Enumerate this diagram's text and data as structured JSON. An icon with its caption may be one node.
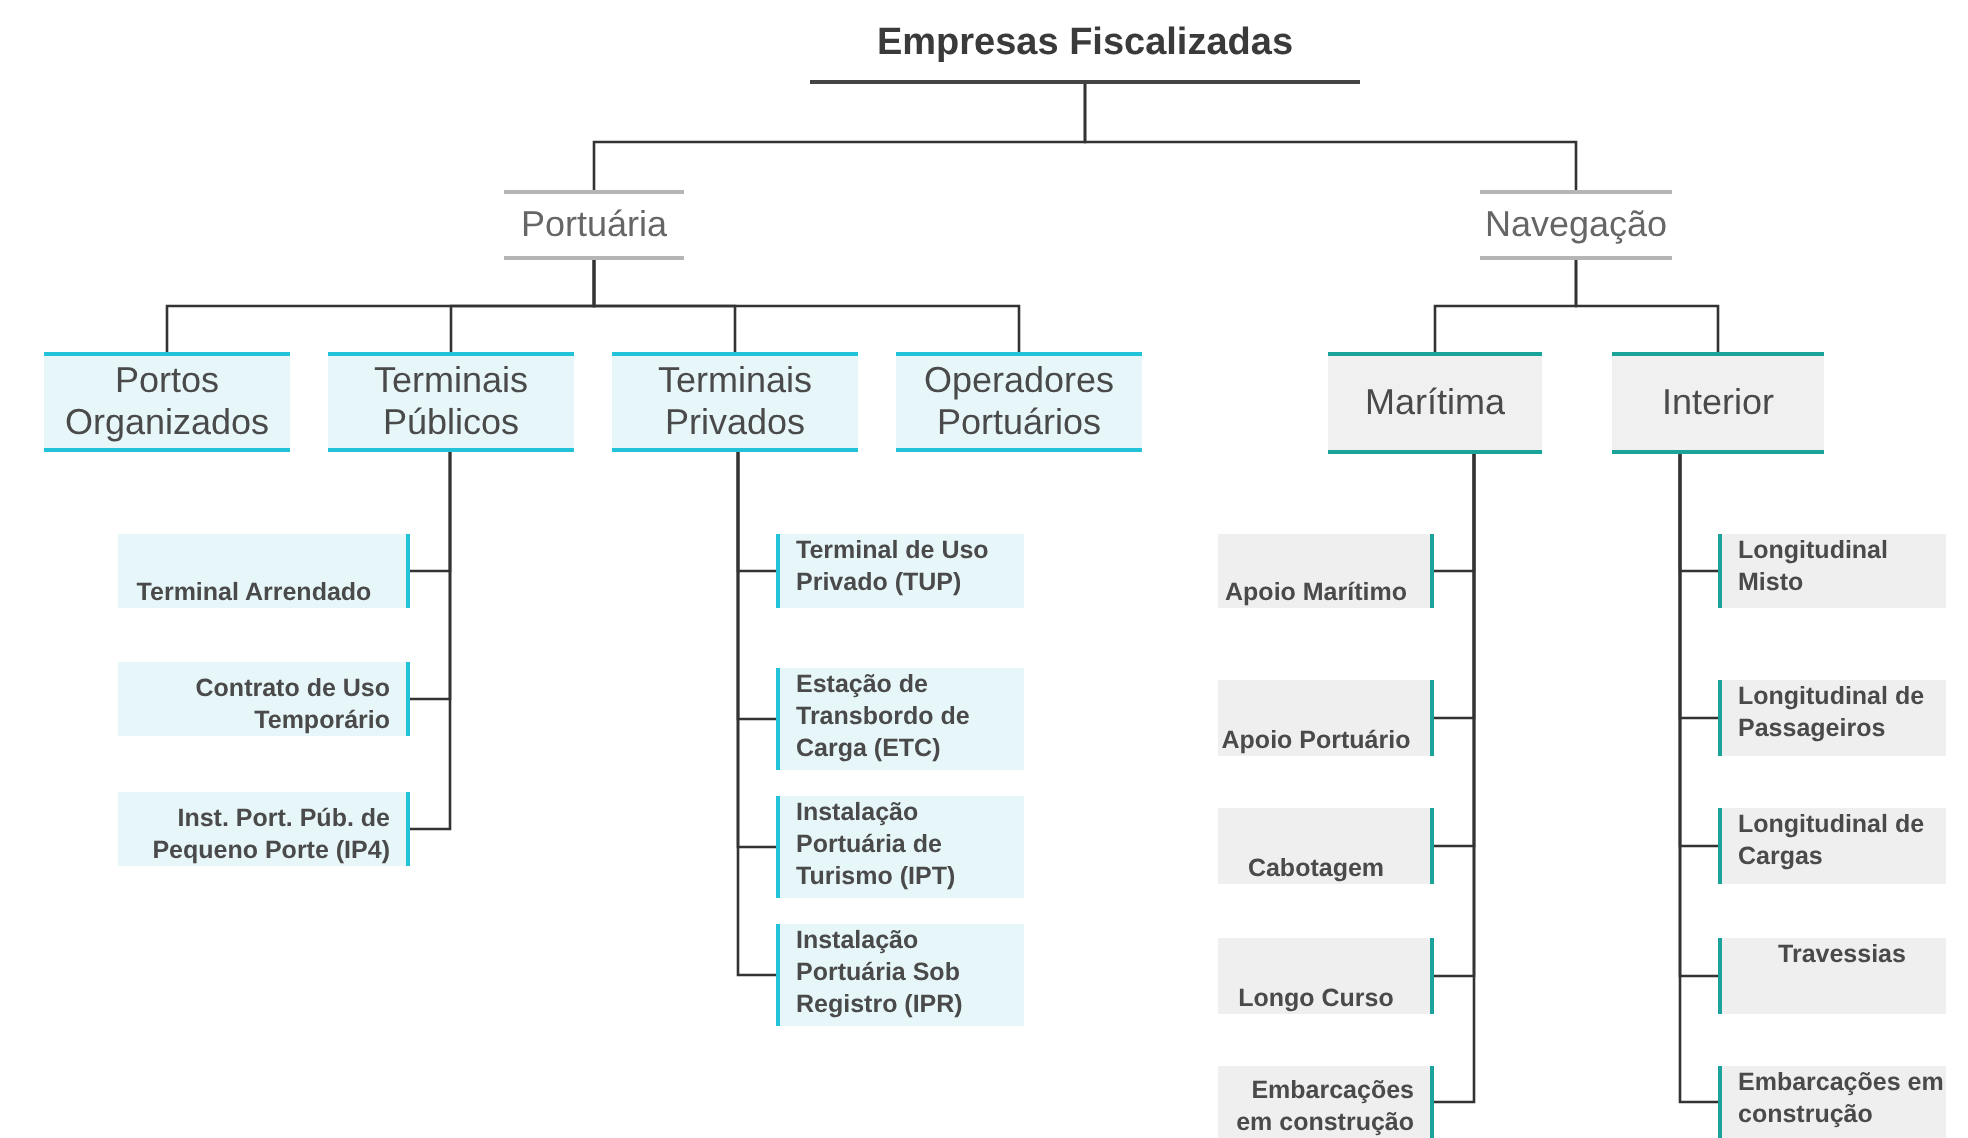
{
  "diagram": {
    "nodes": [
      {
        "text": [
          "Empresas Fiscalizadas"
        ]
      },
      {
        "text": [
          "Portuária"
        ]
      },
      {
        "text": [
          "Navegação"
        ]
      },
      {
        "text": [
          "Portos Organizados"
        ]
      },
      {
        "text": [
          "Terminais Públicos"
        ]
      },
      {
        "text": [
          "Terminais Privados"
        ]
      },
      {
        "text": [
          "Operadores Portuários"
        ]
      },
      {
        "text": [
          "Terminal Arrendado"
        ]
      },
      {
        "text": [
          "Contrato de Uso Temporário"
        ]
      },
      {
        "text": [
          "Inst. Port. Púb. de Pequeno Porte (IP4)"
        ]
      },
      {
        "text": [
          "Terminal de Uso Privado (TUP)"
        ]
      },
      {
        "text": [
          "Estação de Transbordo de Carga (ETC)"
        ]
      },
      {
        "text": [
          "Instalação Portuária de Turismo (IPT)"
        ]
      },
      {
        "text": [
          "Instalação Portuária Sob Registro (IPR)"
        ]
      },
      {
        "text": [
          "Marítima"
        ]
      },
      {
        "text": [
          "Interior"
        ]
      },
      {
        "text": [
          "Apoio Marítimo"
        ]
      },
      {
        "text": [
          "Apoio Portuário"
        ]
      },
      {
        "text": [
          "Cabotagem"
        ]
      },
      {
        "text": [
          "Longo Curso"
        ]
      },
      {
        "text": [
          "Embarcações em construção"
        ]
      },
      {
        "text": [
          "Longitudinal Misto"
        ]
      },
      {
        "text": [
          "Longitudinal de Passageiros"
        ]
      },
      {
        "text": [
          "Longitudinal de Cargas"
        ]
      },
      {
        "text": [
          "Travessias"
        ]
      },
      {
        "text": [
          "Embarcações em construção"
        ]
      }
    ],
    "edges": [
      {
        "from": 0,
        "to": 1,
        "arrow": "none"
      },
      {
        "from": 0,
        "to": 2,
        "arrow": "none"
      },
      {
        "from": 1,
        "to": 3,
        "arrow": "none"
      },
      {
        "from": 1,
        "to": 4,
        "arrow": "none"
      },
      {
        "from": 1,
        "to": 5,
        "arrow": "none"
      },
      {
        "from": 1,
        "to": 6,
        "arrow": "none"
      },
      {
        "from": 4,
        "to": 7,
        "arrow": "none"
      },
      {
        "from": 4,
        "to": 8,
        "arrow": "none"
      },
      {
        "from": 4,
        "to": 9,
        "arrow": "none"
      },
      {
        "from": 5,
        "to": 10,
        "arrow": "none"
      },
      {
        "from": 5,
        "to": 11,
        "arrow": "none"
      },
      {
        "from": 5,
        "to": 12,
        "arrow": "none"
      },
      {
        "from": 5,
        "to": 13,
        "arrow": "none"
      },
      {
        "from": 2,
        "to": 14,
        "arrow": "none"
      },
      {
        "from": 2,
        "to": 15,
        "arrow": "none"
      },
      {
        "from": 14,
        "to": 16,
        "arrow": "none"
      },
      {
        "from": 14,
        "to": 17,
        "arrow": "none"
      },
      {
        "from": 14,
        "to": 18,
        "arrow": "none"
      },
      {
        "from": 14,
        "to": 19,
        "arrow": "none"
      },
      {
        "from": 14,
        "to": 20,
        "arrow": "none"
      },
      {
        "from": 15,
        "to": 21,
        "arrow": "none"
      },
      {
        "from": 15,
        "to": 22,
        "arrow": "none"
      },
      {
        "from": 15,
        "to": 23,
        "arrow": "none"
      },
      {
        "from": 15,
        "to": 24,
        "arrow": "none"
      },
      {
        "from": 15,
        "to": 25,
        "arrow": "none"
      }
    ]
  }
}
